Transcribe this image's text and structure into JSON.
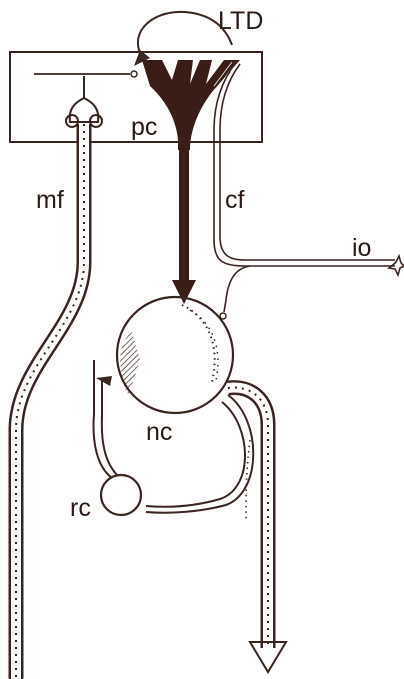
{
  "diagram": {
    "labels": {
      "ltd": "LTD",
      "pc": "pc",
      "mf": "mf",
      "cf": "cf",
      "io": "io",
      "nc": "nc",
      "rc": "rc"
    },
    "colors": {
      "ink": "#3a2520",
      "purkinje_fill": "#3b1d17",
      "background": "#ffffff"
    }
  }
}
